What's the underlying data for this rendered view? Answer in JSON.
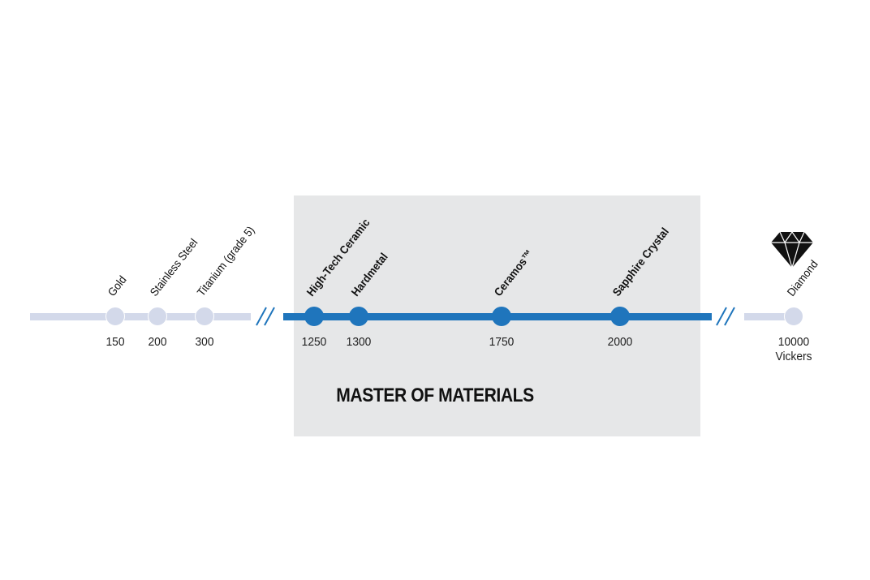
{
  "panel_title": "MASTER OF MATERIALS",
  "colors": {
    "light_track": "#d3d9ea",
    "dark_track": "#1f75bc",
    "panel_bg": "#e6e7e8"
  },
  "materials": [
    {
      "name": "Gold",
      "value": "150"
    },
    {
      "name": "Stainless Steel",
      "value": "200"
    },
    {
      "name": "Titanium (grade 5)",
      "value": "300"
    },
    {
      "name": "High-Tech Ceramic",
      "value": "1250"
    },
    {
      "name": "Hardmetal",
      "value": "1300"
    },
    {
      "name": "Ceramos™",
      "value": "1750"
    },
    {
      "name": "Sapphire Crystal",
      "value": "2000"
    },
    {
      "name": "Diamond",
      "value": "10000",
      "unit": "Vickers"
    }
  ],
  "icons": {
    "diamond": "diamond-icon"
  }
}
